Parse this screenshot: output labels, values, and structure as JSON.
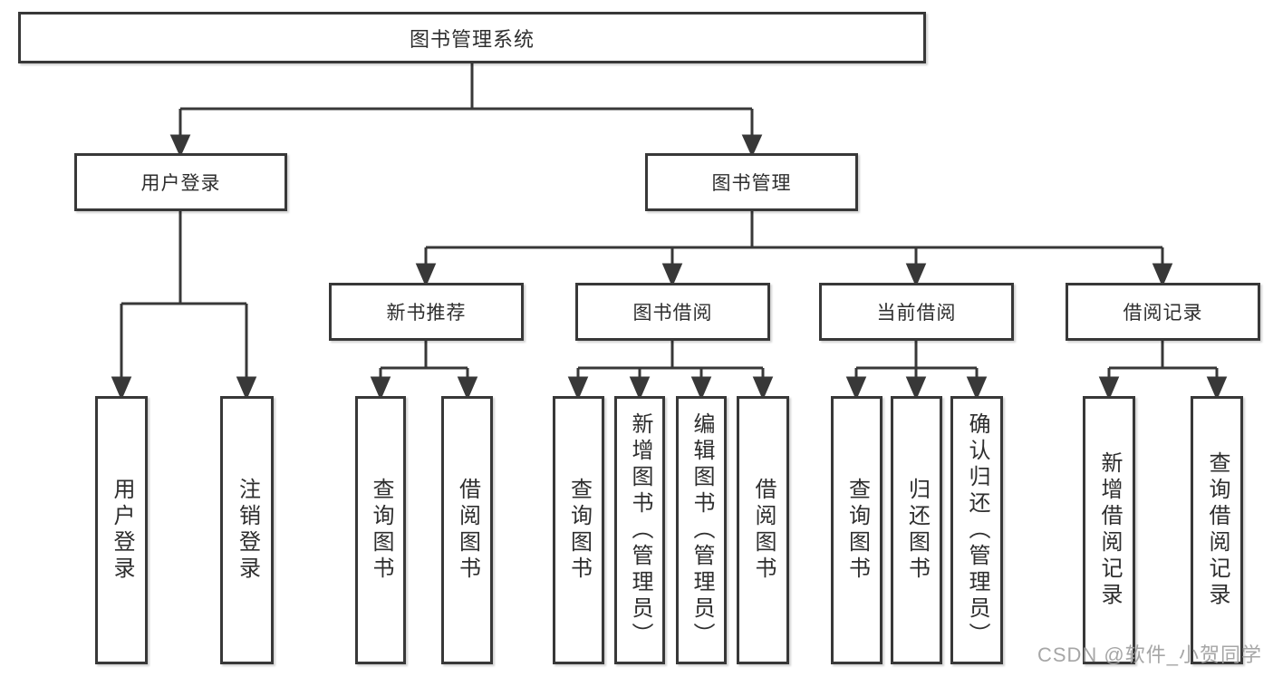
{
  "diagram": {
    "root": {
      "label": "图书管理系统"
    },
    "level2": [
      {
        "label": "用户登录"
      },
      {
        "label": "图书管理"
      }
    ],
    "level3": [
      {
        "label": "新书推荐"
      },
      {
        "label": "图书借阅"
      },
      {
        "label": "当前借阅"
      },
      {
        "label": "借阅记录"
      }
    ],
    "leaves": [
      {
        "label": "用户登录"
      },
      {
        "label": "注销登录"
      },
      {
        "label": "查询图书"
      },
      {
        "label": "借阅图书"
      },
      {
        "label": "查询图书"
      },
      {
        "label": "新增图书（管理员）"
      },
      {
        "label": "编辑图书（管理员）"
      },
      {
        "label": "借阅图书"
      },
      {
        "label": "查询图书"
      },
      {
        "label": "归还图书"
      },
      {
        "label": "确认归还（管理员）"
      },
      {
        "label": "新增借阅记录"
      },
      {
        "label": "查询借阅记录"
      }
    ]
  },
  "watermark": {
    "text": "CSDN @软件_小贺同学"
  },
  "colors": {
    "line": "#383838",
    "box_border": "#383838",
    "box_fill": "#ffffff",
    "text": "#2e2e2e",
    "watermark": "#9e9e9e",
    "background": "#ffffff"
  }
}
